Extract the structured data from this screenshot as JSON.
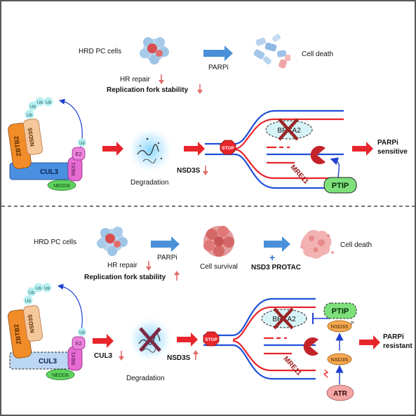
{
  "top": {
    "cells_label": "HRD PC cells",
    "drug_label": "PARPi",
    "outcome_label": "Cell death",
    "hr_repair": "HR repair",
    "fork_stability": "Replication fork stability",
    "complex": {
      "zbtb2": "ZBTB2",
      "nsd3s": "NSD3S",
      "cul3": "CUL3",
      "rbx1": "RBX1",
      "e2": "E2",
      "nedd8": "NEDD8",
      "ub": "Ub"
    },
    "degradation": "Degradation",
    "nsd3s_level": "NSD3S",
    "stop": "STOP",
    "brca2": "BRCA2",
    "mre11": "MRE11",
    "ptip": "PTIP",
    "result_line1": "PARPi",
    "result_line2": "sensitive"
  },
  "bottom": {
    "cells_label": "HRD PC cells",
    "drug_label": "PARPi",
    "survival_label": "Cell survival",
    "protac_plus": "+",
    "protac_label": "NSD3 PROTAC",
    "outcome_label": "Cell death",
    "hr_repair": "HR repair",
    "fork_stability": "Replication fork stability",
    "complex": {
      "zbtb2": "ZBTB2",
      "nsd3s": "NSD3S",
      "cul3": "CUL3",
      "rbx1": "RBX1",
      "e2": "E2",
      "nedd8": "NEDD8",
      "ub": "Ub"
    },
    "cul3_level": "CUL3",
    "degradation": "Degradation",
    "nsd3s_level": "NSD3S",
    "stop": "STOP",
    "brca2": "BRCA2",
    "mre11": "MRE11",
    "ptip": "PTIP",
    "nsd3s_p": "NSD3S",
    "p_mark": "P",
    "nsd3s_mid": "NSD3S",
    "atr": "ATR",
    "result_line1": "PARPi",
    "result_line2": "resistant"
  },
  "colors": {
    "red_arrow": "#e8252a",
    "blue_arrow": "#4a90d9",
    "zbtb2": "#f28c28",
    "nsd3s": "#f6c79b",
    "cul3_top": "#4a8fe0",
    "cul3_bottom": "#bcd7f3",
    "rbx1": "#e66bd2",
    "e2": "#ec84de",
    "nedd8": "#5fd35f",
    "ub": "#b9eff0",
    "ptip": "#7de07a",
    "atr": "#f4a6a6",
    "nsd3s_orange": "#f6a94f",
    "fork_blue": "#1f4fd8",
    "fork_red": "#e8252a",
    "pacman": "#c4232a"
  }
}
